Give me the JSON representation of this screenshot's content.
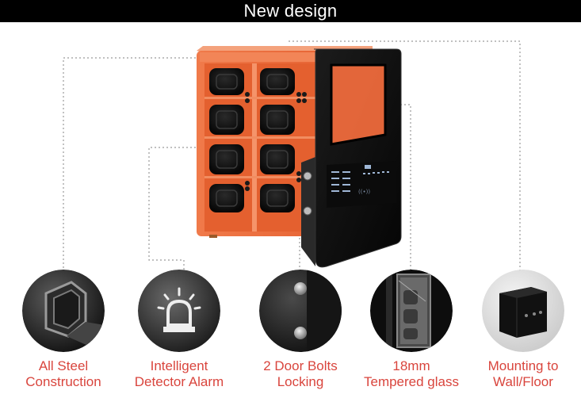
{
  "banner": {
    "title": "New design"
  },
  "features": [
    {
      "id": "steel",
      "icon": "steel-shield-icon",
      "line1": "All Steel",
      "line2": "Construction"
    },
    {
      "id": "alarm",
      "icon": "alarm-light-icon",
      "line1": "Intelligent",
      "line2": "Detector Alarm"
    },
    {
      "id": "bolts",
      "icon": "door-bolts-icon",
      "line1": "2 Door Bolts",
      "line2": "Locking"
    },
    {
      "id": "glass",
      "icon": "tempered-glass-icon",
      "line1": "18mm",
      "line2": "Tempered glass"
    },
    {
      "id": "mount",
      "icon": "mounting-box-icon",
      "line1": "Mounting to",
      "line2": "Wall/Floor"
    }
  ],
  "colors": {
    "accent_text": "#d9453d",
    "cabinet_orange": "#ee6a3c",
    "door_black": "#141414",
    "guide_line": "#9a9a9a"
  }
}
